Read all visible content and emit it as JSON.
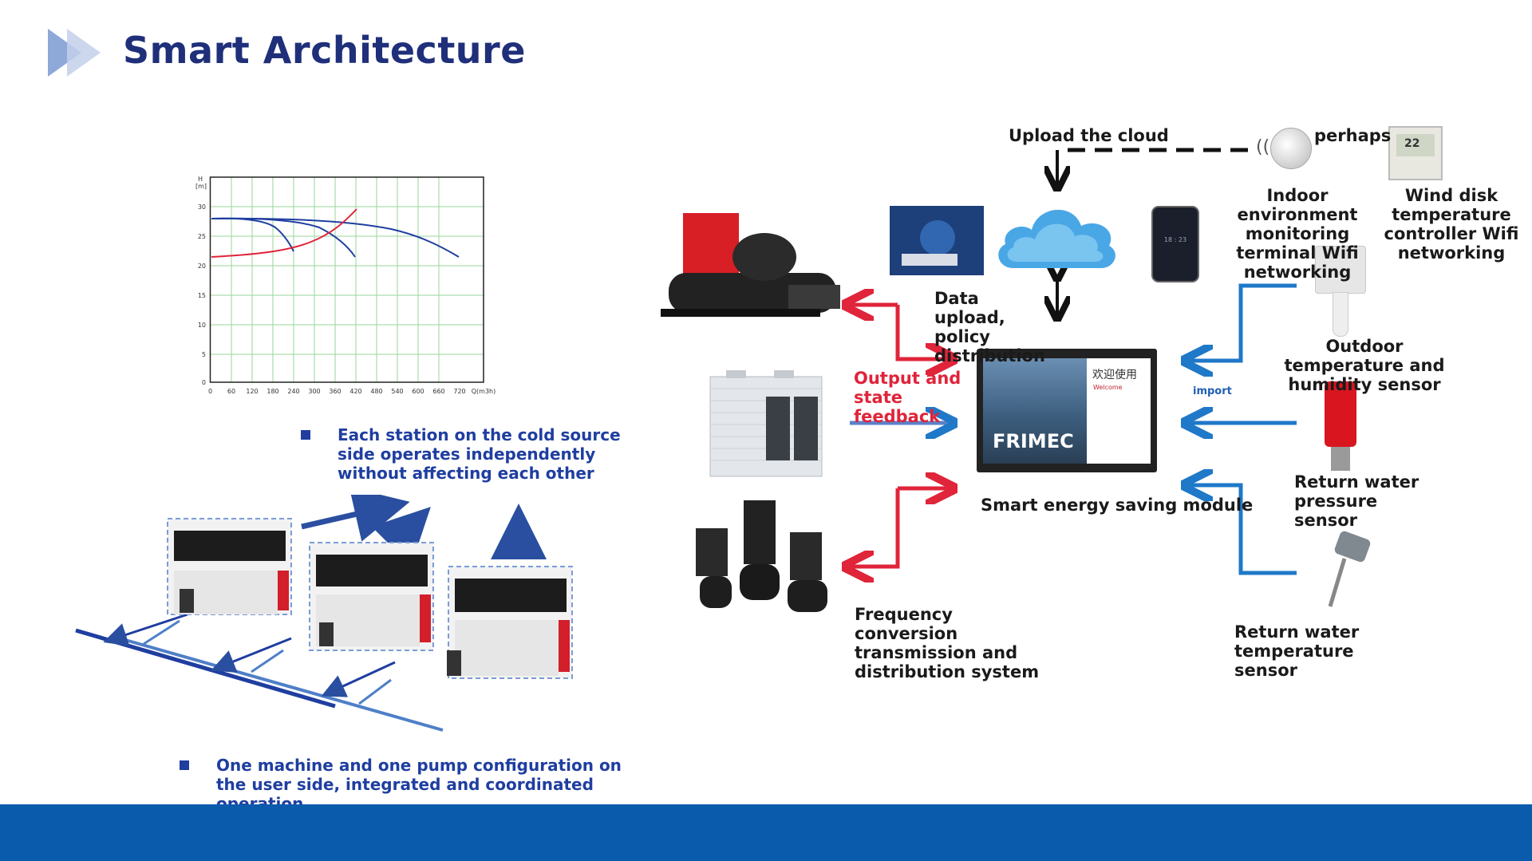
{
  "title": "Smart Architecture",
  "chart": {
    "y_unit": "H\n[m]",
    "x_unit": "Q(m3h)",
    "y_ticks": [
      "30",
      "25",
      "20",
      "15",
      "10",
      "5",
      "0"
    ],
    "x_ticks": [
      "0",
      "60",
      "120",
      "180",
      "240",
      "300",
      "360",
      "420",
      "480",
      "540",
      "600",
      "660",
      "720"
    ]
  },
  "bullets": {
    "cold_source": "Each station on the cold source side operates independently without affecting each other",
    "user_side": "One machine and one pump configuration on the user side, integrated and coordinated operation"
  },
  "labels": {
    "upload_cloud": "Upload the cloud",
    "perhaps": "perhaps",
    "indoor_terminal": "Indoor environment monitoring terminal Wifi networking",
    "wind_disk": "Wind disk temperature controller Wifi networking",
    "data_upload": "Data upload, policy distribution",
    "output_feedback": "Output and state feedback",
    "import": "import",
    "smart_module": "Smart energy saving module",
    "outdoor_sensor": "Outdoor temperature and humidity sensor",
    "return_pressure": "Return water pressure sensor",
    "return_temp": "Return water temperature sensor",
    "freq_conversion": "Frequency conversion transmission and distribution system"
  },
  "screen": {
    "brand": "FRIMEC",
    "welcome_cn": "欢迎使用",
    "welcome_en": "Welcome"
  },
  "phone": {
    "time": "18 : 23"
  },
  "thermostat": {
    "temp": "22"
  },
  "colors": {
    "accent_blue": "#1f3ea0",
    "arrow_red": "#e0243a",
    "arrow_blue": "#1f78c8",
    "footer": "#0b5bad"
  }
}
